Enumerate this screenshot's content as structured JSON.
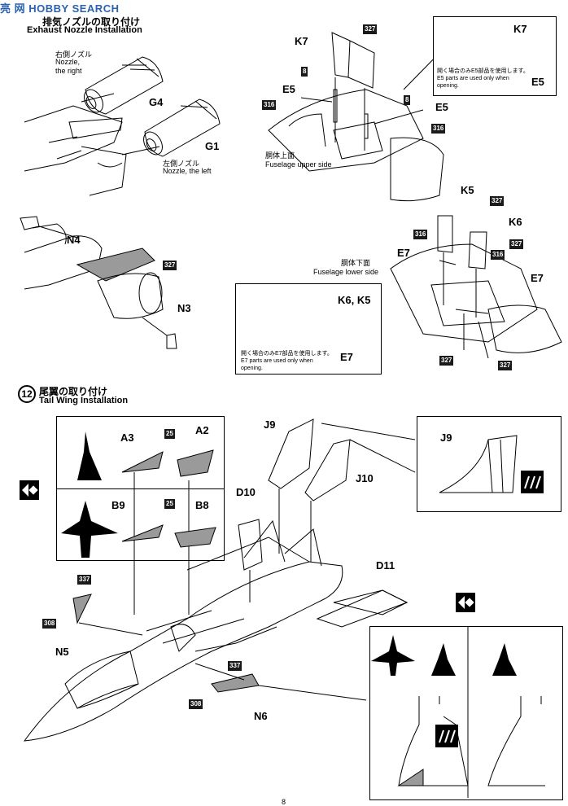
{
  "watermark": {
    "cn": "亮 网",
    "en": "HOBBY SEARCH"
  },
  "step11": {
    "title_jp": "排気ノズルの取り付け",
    "title_en": "Exhaust Nozzle Installation",
    "nozzle_right_jp": "右側ノズル",
    "nozzle_right_en1": "Nozzle,",
    "nozzle_right_en2": "the right",
    "nozzle_left_jp": "左側ノズル",
    "nozzle_left_en": "Nozzle, the left",
    "parts": {
      "g4": "G4",
      "g1": "G1",
      "n4": "N4",
      "n3": "N3"
    },
    "badge_327": "327",
    "upper": {
      "parts": {
        "k7": "K7",
        "e5a": "E5",
        "e5b": "E5",
        "e5box": "E5",
        "k7box": "K7"
      },
      "badges": {
        "b327": "327",
        "b8a": "8",
        "b8b": "8",
        "b316a": "316",
        "b316b": "316"
      },
      "label_jp": "胴体上面",
      "label_en": "Fuselage upper side",
      "note_jp": "開く場合のみE5部品を使用します。",
      "note_en1": "E5 parts are used only when",
      "note_en2": "opening."
    },
    "lower": {
      "parts": {
        "k5": "K5",
        "k6": "K6",
        "e7a": "E7",
        "e7b": "E7",
        "e7box": "E7",
        "k6k5": "K6, K5"
      },
      "badges": {
        "b327a": "327",
        "b327b": "327",
        "b327c": "327",
        "b327d": "327",
        "b316a": "316",
        "b316b": "316"
      },
      "label_jp": "胴体下面",
      "label_en": "Fuselage lower side",
      "note_jp": "開く場合のみE7部品を使用します。",
      "note_en1": "E7 parts are used only when",
      "note_en2": "opening."
    }
  },
  "step12": {
    "num": "12",
    "title_jp": "尾翼の取り付け",
    "title_en": "Tail Wing Installation",
    "parts": {
      "a3": "A3",
      "a2": "A2",
      "b9": "B9",
      "b8": "B8",
      "j9": "J9",
      "j10": "J10",
      "j9box": "J9",
      "d10": "D10",
      "d11": "D11",
      "n5": "N5",
      "n6": "N6"
    },
    "badges": {
      "b25a": "25",
      "b25b": "25",
      "b337a": "337",
      "b308a": "308",
      "b337b": "337",
      "b308b": "308"
    }
  },
  "page_number": "8"
}
